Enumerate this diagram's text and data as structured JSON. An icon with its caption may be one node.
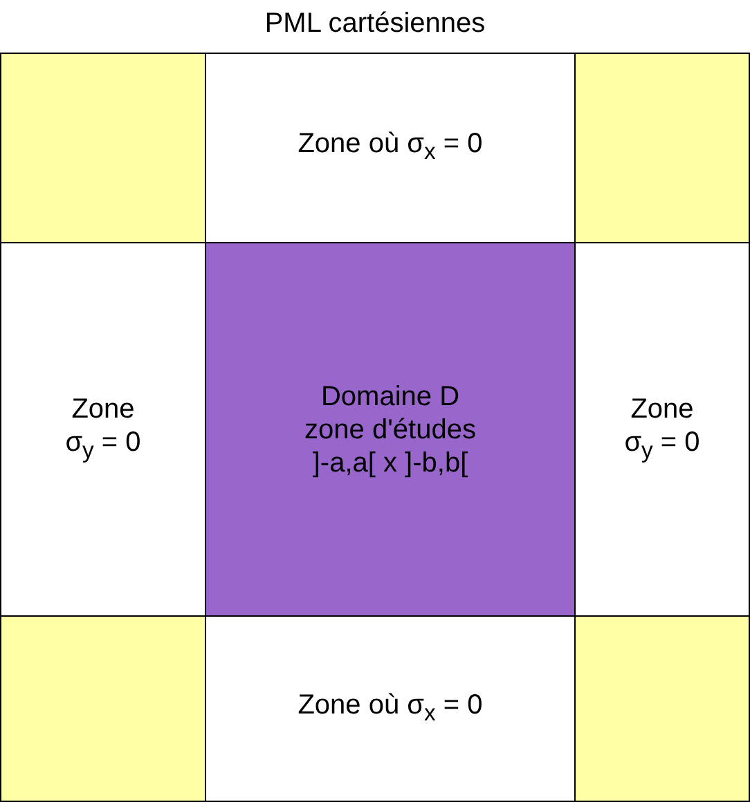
{
  "diagram": {
    "title": "PML cartésiennes",
    "nodes": [
      {
        "text": [],
        "shape": "box"
      },
      {
        "text": [
          "Zone où σ$_{x}$ = 0"
        ]
      },
      {
        "text": [],
        "shape": "box"
      },
      {
        "text": [
          "Zone",
          "σ$_{y}$ = 0"
        ]
      },
      {
        "text": [
          "Domaine D",
          "zone d'études",
          "]-a,a[ x ]-b,b["
        ]
      },
      {
        "text": [
          "Zone",
          "σ$_{y}$ = 0"
        ]
      },
      {
        "text": [],
        "shape": "box"
      },
      {
        "text": [
          "Zone où σ$_{x}$ = 0"
        ]
      },
      {
        "text": [],
        "shape": "box"
      }
    ]
  }
}
